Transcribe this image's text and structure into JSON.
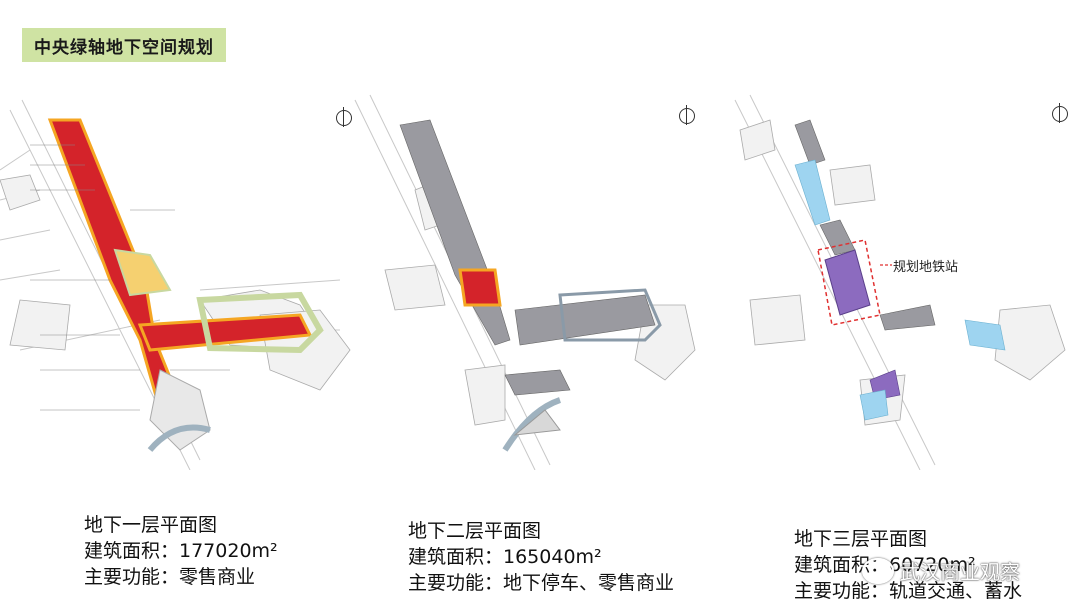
{
  "slide_title": "中央绿轴地下空间规划",
  "panels": [
    {
      "caption_lines": [
        "地下一层平面图",
        "建筑面积：177020m²",
        "主要功能：零售商业"
      ]
    },
    {
      "caption_lines": [
        "地下二层平面图",
        "建筑面积：165040m²",
        "主要功能：地下停车、零售商业"
      ]
    },
    {
      "caption_lines": [
        "地下三层平面图",
        "建筑面积：60720m²",
        "主要功能：轨道交通、蓄水"
      ]
    }
  ],
  "subway_station_label": "规划地铁站",
  "watermark_text": "武汉商业观察",
  "colors": {
    "title_bg": "#cfe3a3",
    "retail_red": "#d4232a",
    "retail_orange": "#f5a623",
    "parking_gray": "#9a9aa0",
    "water_blue": "#9ed4f0",
    "subway_purple": "#8c6bbf",
    "outline_green": "#c8d8a0"
  }
}
